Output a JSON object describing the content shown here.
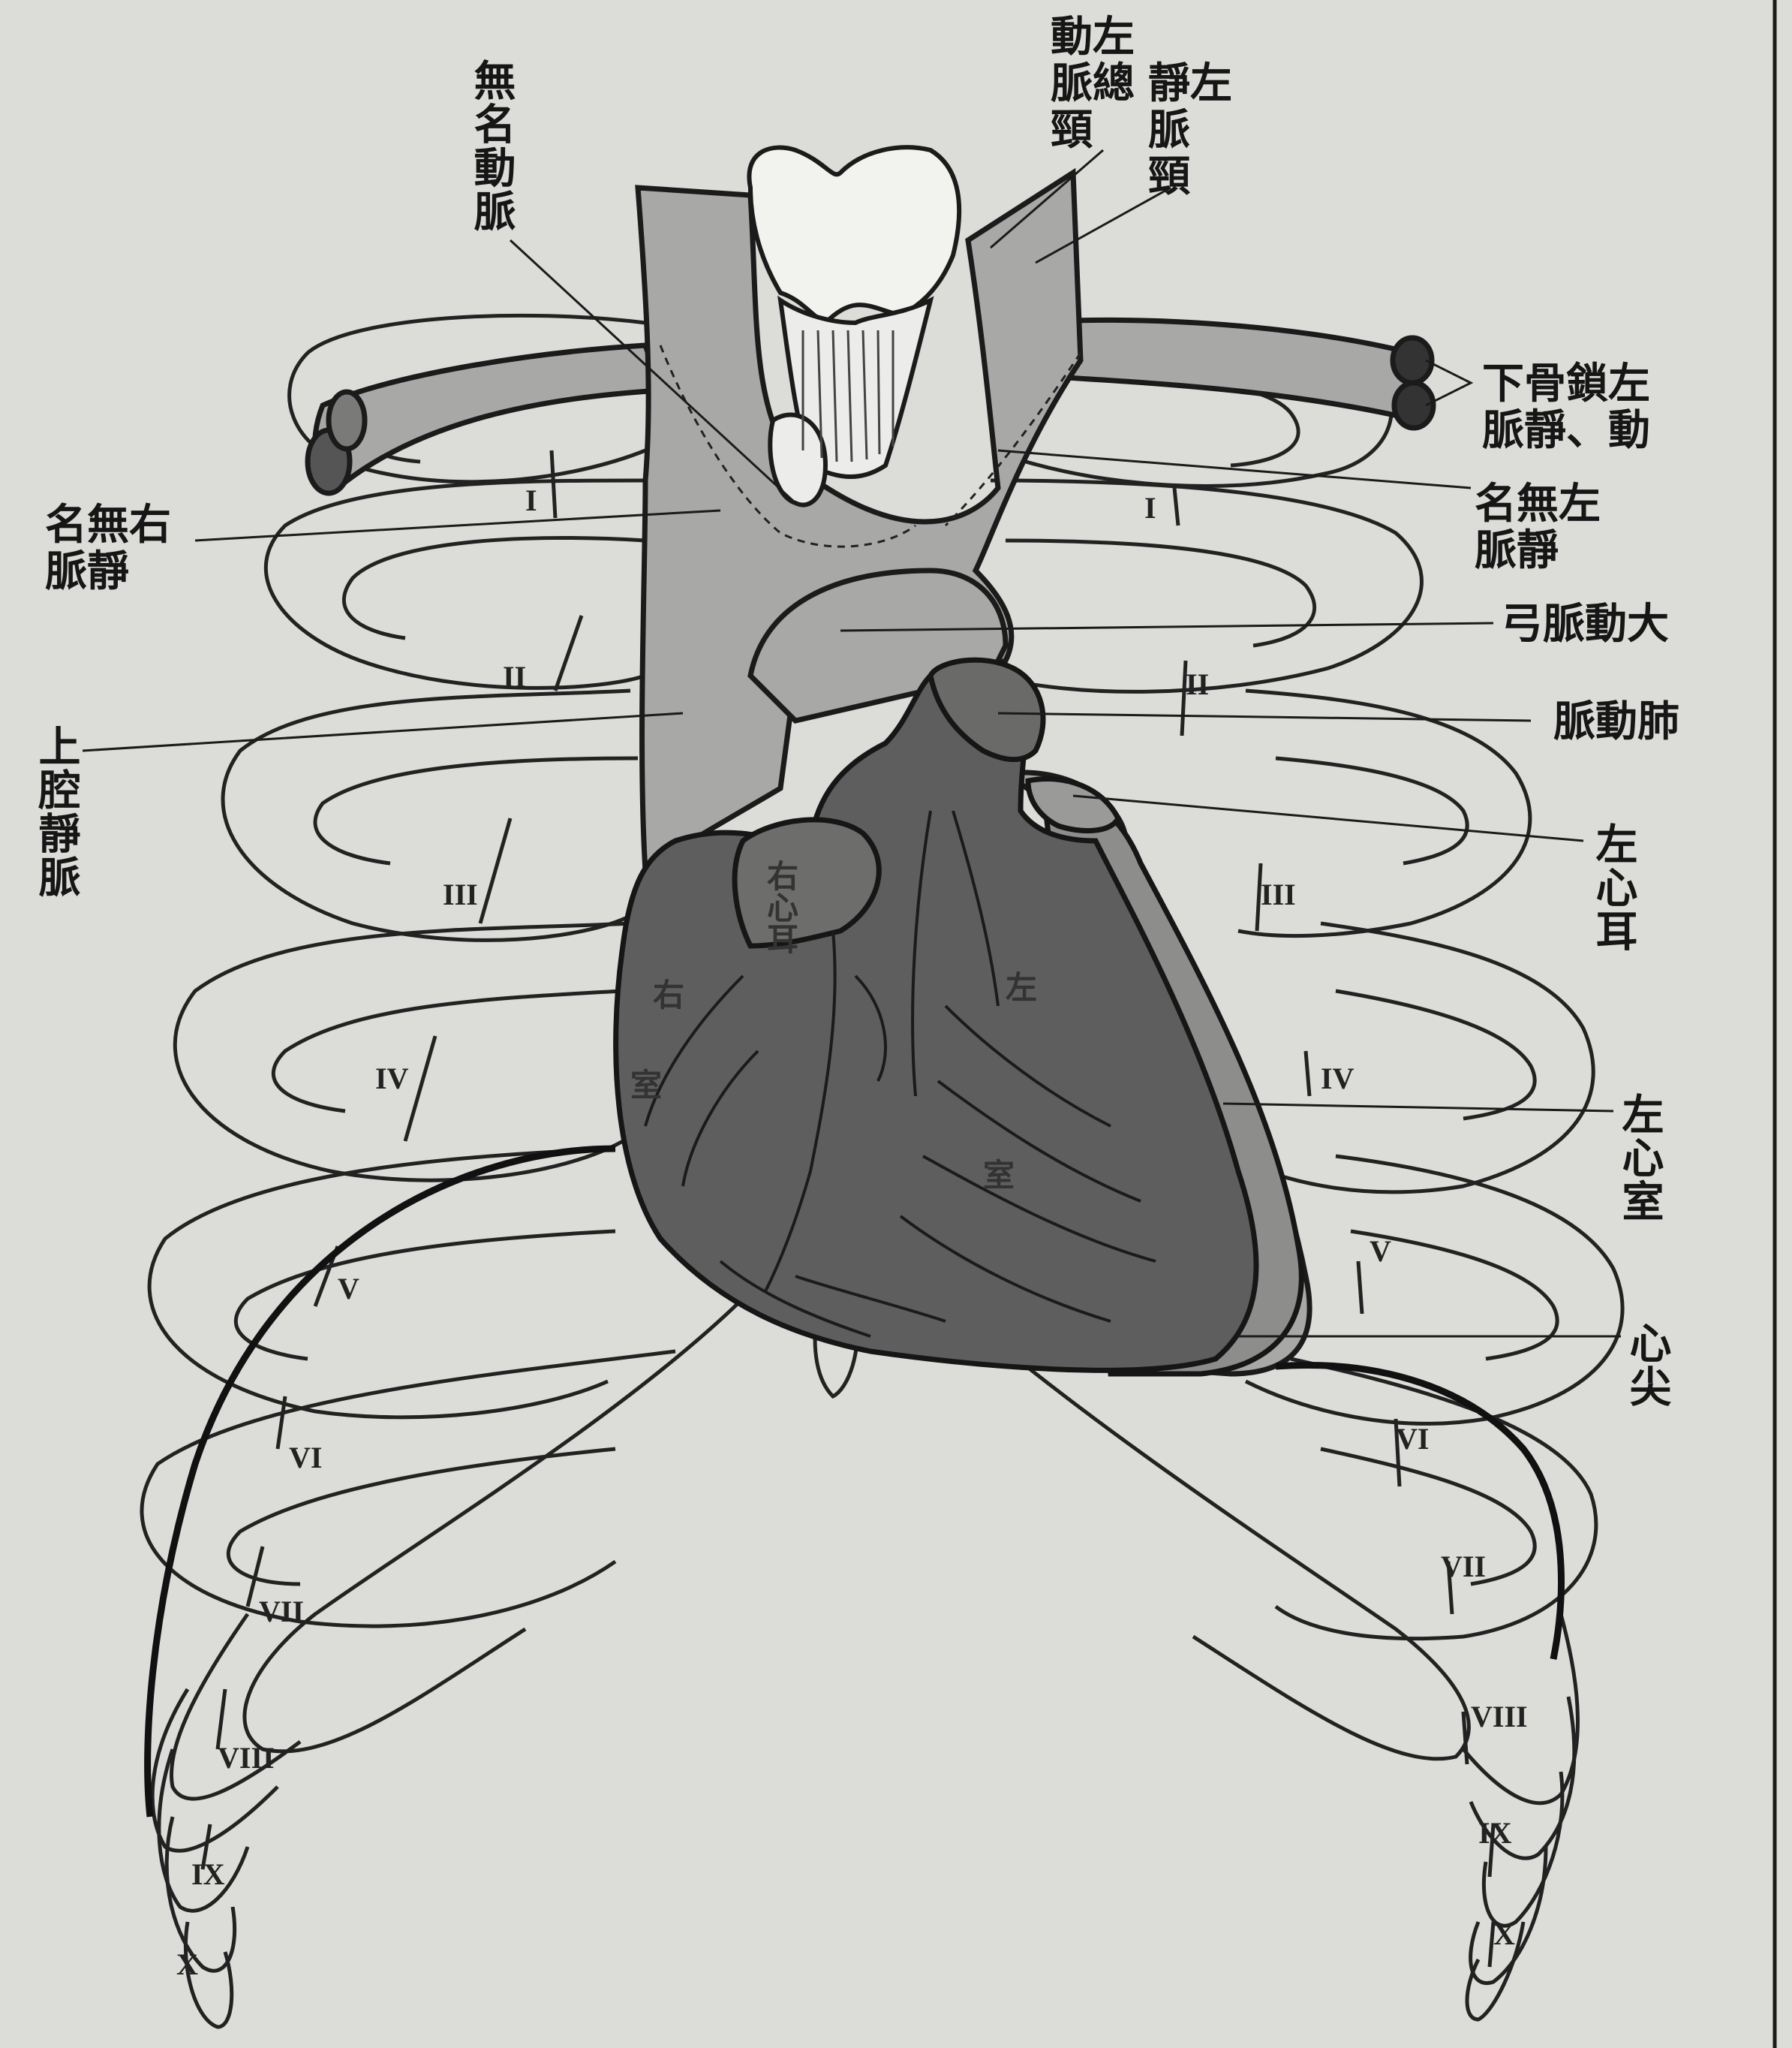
{
  "labels": {
    "innominate_artery": "無名動脈",
    "left_common_carotid_artery": "動左\n脈總\n頸",
    "left_jugular_vein": "靜左\n脈\n頸",
    "left_subclavian": "下骨鎖左\n脈靜、動",
    "right_innominate_vein": "名無右\n脈靜",
    "left_innominate_vein": "名無左\n脈靜",
    "aortic_arch": "弓脈動大",
    "pulmonary_artery": "脈動肺",
    "superior_vena_cava": "上腔靜脈",
    "left_auricle": "左心耳",
    "left_ventricle": "左心室",
    "apex": "心尖"
  },
  "heart_labels": {
    "right_auricle": "右心耳",
    "right_chamber_top": "右",
    "right_chamber_bottom": "室",
    "left_chamber_top": "左",
    "left_chamber_bottom": "室"
  },
  "rib_numerals_right": [
    "I",
    "II",
    "III",
    "IV",
    "V",
    "VI",
    "VII",
    "VIII",
    "IX",
    "X"
  ],
  "rib_numerals_left": [
    "I",
    "II",
    "III",
    "IV",
    "V",
    "VI",
    "VII",
    "VIII",
    "IX",
    "X"
  ],
  "colors": {
    "paper": "#dcdcd8",
    "vessel": "#a8a8a6",
    "heart_dark": "#5e5e5e",
    "heart_mid": "#7a7a78",
    "line": "#1b1b1b"
  }
}
